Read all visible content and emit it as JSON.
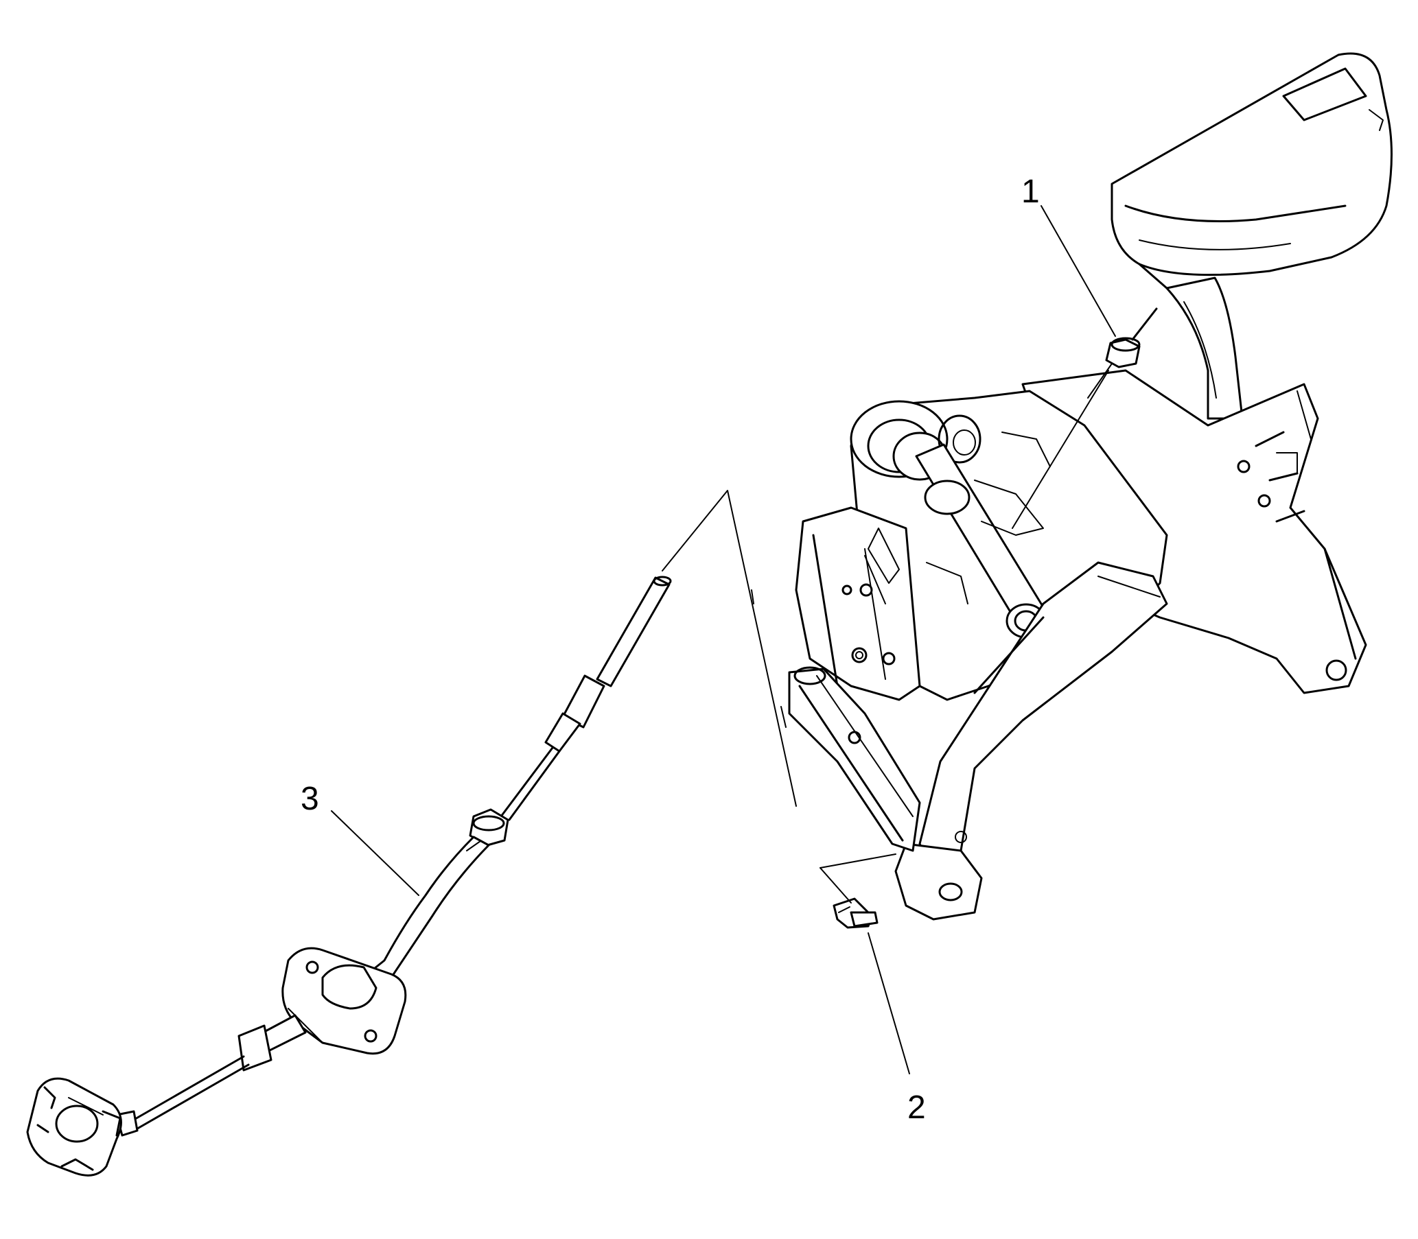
{
  "callouts": {
    "one": "1",
    "two": "2",
    "three": "3"
  }
}
